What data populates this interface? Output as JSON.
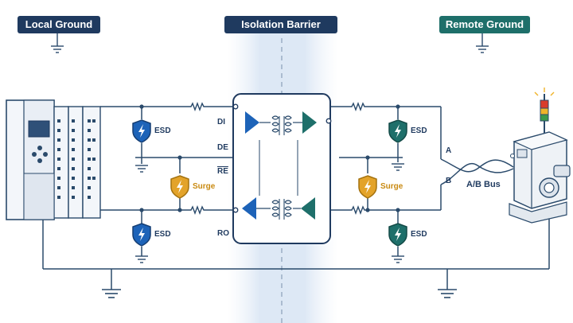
{
  "headers": {
    "local": "Local Ground",
    "isolation": "Isolation Barrier",
    "remote": "Remote Ground"
  },
  "pins": {
    "di": "DI",
    "de": "DE",
    "re": "RE",
    "ro": "RO"
  },
  "protection": {
    "esd": "ESD",
    "surge": "Surge"
  },
  "bus": {
    "a": "A",
    "b": "B",
    "label": "A/B Bus"
  },
  "colors": {
    "navy": "#1f3a5f",
    "teal": "#1e6f6a",
    "blue": "#1d63b8",
    "amber": "#e3a32a",
    "barrier": "#dfe9f5",
    "wire": "#2a4a6b"
  }
}
